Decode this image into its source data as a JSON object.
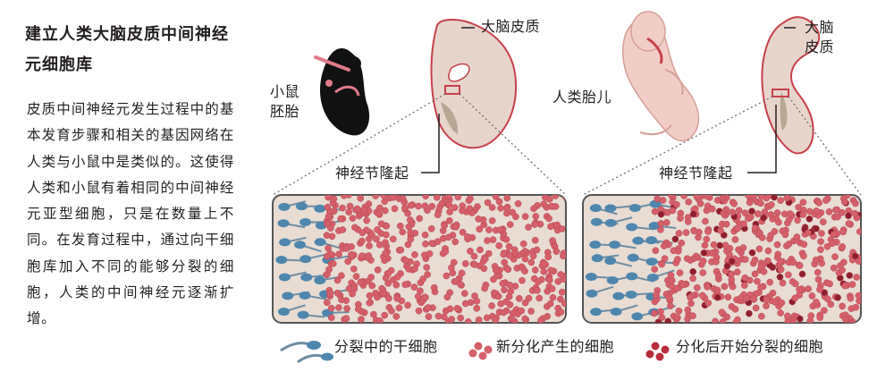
{
  "side": {
    "title": "建立人类大脑皮质中间神经元细胞库",
    "body": "皮质中间神经元发生过程中的基本发育步骤和相关的基因网络在人类与小鼠中是类似的。这使得人类和小鼠有着相同的中间神经元亚型细胞，只是在数量上不同。在发育过程中，通过向干细胞库加入不同的能够分裂的细胞，人类的中间神经元逐渐扩增。"
  },
  "labels": {
    "mouse_embryo": "小鼠胚胎",
    "cortex_left": "大脑皮质",
    "eminence_left": "神经节隆起",
    "human_fetus": "人类胎儿",
    "cortex_right": "大脑皮质",
    "eminence_right": "神经节隆起"
  },
  "legend": {
    "stem": "分裂中的干细胞",
    "new": "新分化产生的细胞",
    "dividing": "分化后开始分裂的细胞"
  },
  "colors": {
    "tissue": "#e8dcd3",
    "outline_red": "#c6404a",
    "stem_blue": "#4f86ad",
    "cell_red": "#d55f6a",
    "dark_red": "#8f1f2f",
    "fiber": "#6f8da2"
  }
}
